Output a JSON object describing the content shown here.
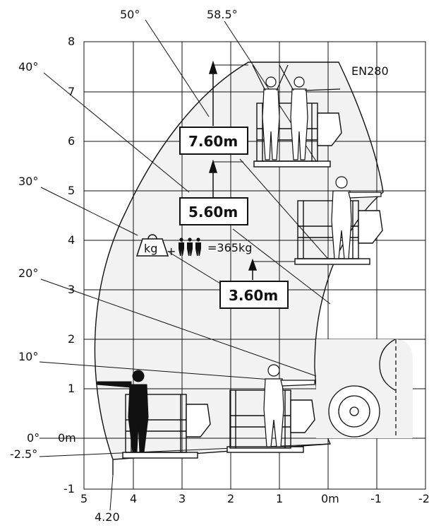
{
  "diagram": {
    "standard": "EN280",
    "y_ticks": [
      "8",
      "7",
      "6",
      "5",
      "4",
      "3",
      "2",
      "1",
      "0m",
      "-1"
    ],
    "x_ticks": [
      "5",
      "4",
      "3",
      "2",
      "1",
      "0m",
      "-1",
      "-2"
    ],
    "reach_label": "4.20",
    "angles": [
      "58.5°",
      "50°",
      "40°",
      "30°",
      "20°",
      "10°",
      "0°",
      "-2.5°"
    ],
    "heights": [
      "7.60m",
      "5.60m",
      "3.60m"
    ],
    "load": {
      "kg_label": "kg",
      "plus": "+",
      "equals": "=365kg",
      "persons": 3
    },
    "colors": {
      "envelope": "#f2f2f2",
      "line": "#111111",
      "person_dark": "#111111"
    }
  }
}
